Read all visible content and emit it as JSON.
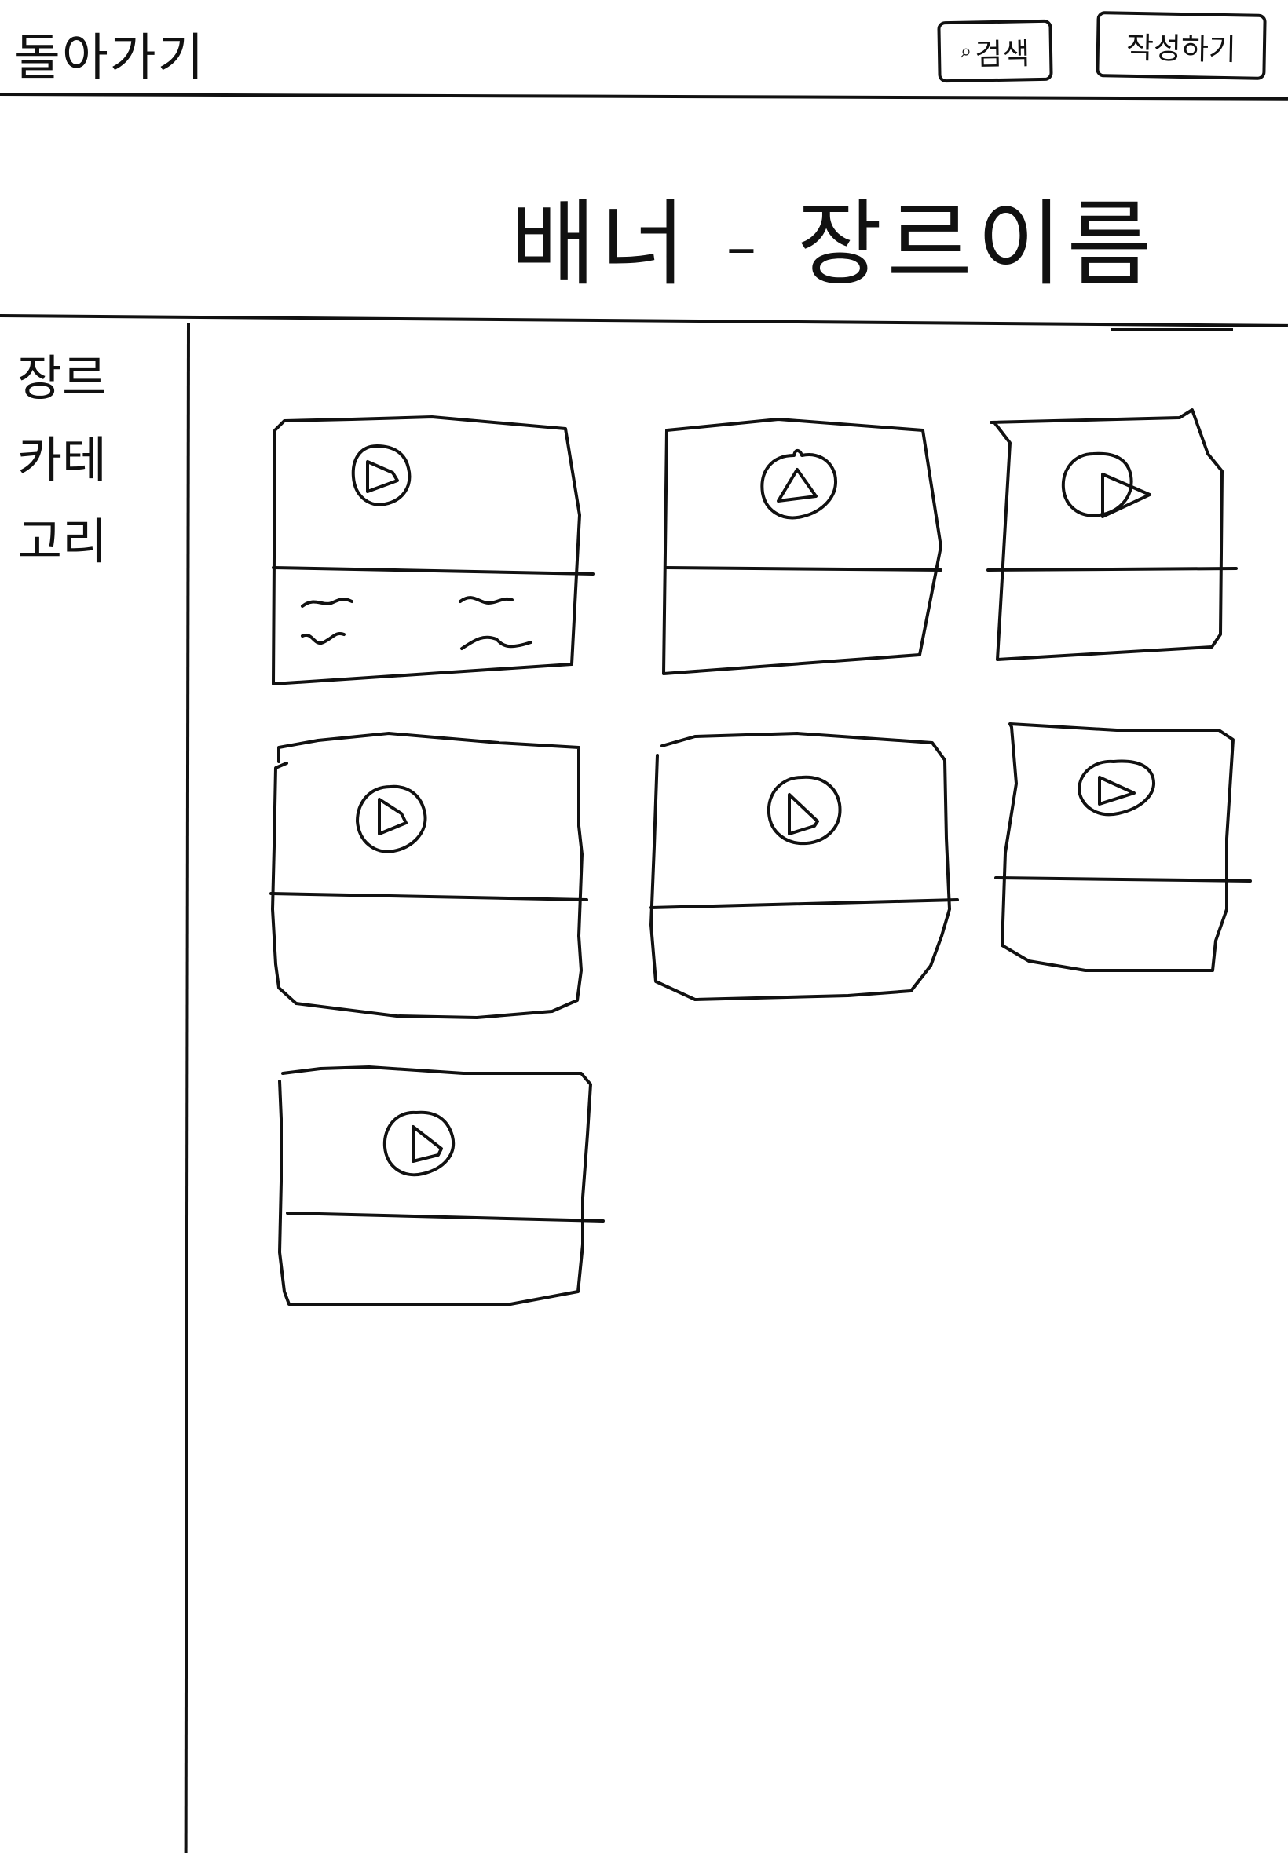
{
  "header": {
    "back_label": "돌아가기",
    "search_label": "검색",
    "write_label": "작성하기"
  },
  "banner": {
    "title": "배너 - 장르이름"
  },
  "sidebar": {
    "label_lines": [
      "장르",
      "카테",
      "고리"
    ]
  },
  "grid": {
    "cards": [
      {
        "icon": "play-icon",
        "has_text_scribble": true
      },
      {
        "icon": "play-icon",
        "has_text_scribble": false
      },
      {
        "icon": "play-icon",
        "has_text_scribble": false
      },
      {
        "icon": "play-icon",
        "has_text_scribble": false
      },
      {
        "icon": "play-icon",
        "has_text_scribble": false
      },
      {
        "icon": "play-icon",
        "has_text_scribble": false
      },
      {
        "icon": "play-icon",
        "has_text_scribble": false
      }
    ]
  },
  "icons": {
    "search": "search-icon",
    "play": "play-icon"
  }
}
